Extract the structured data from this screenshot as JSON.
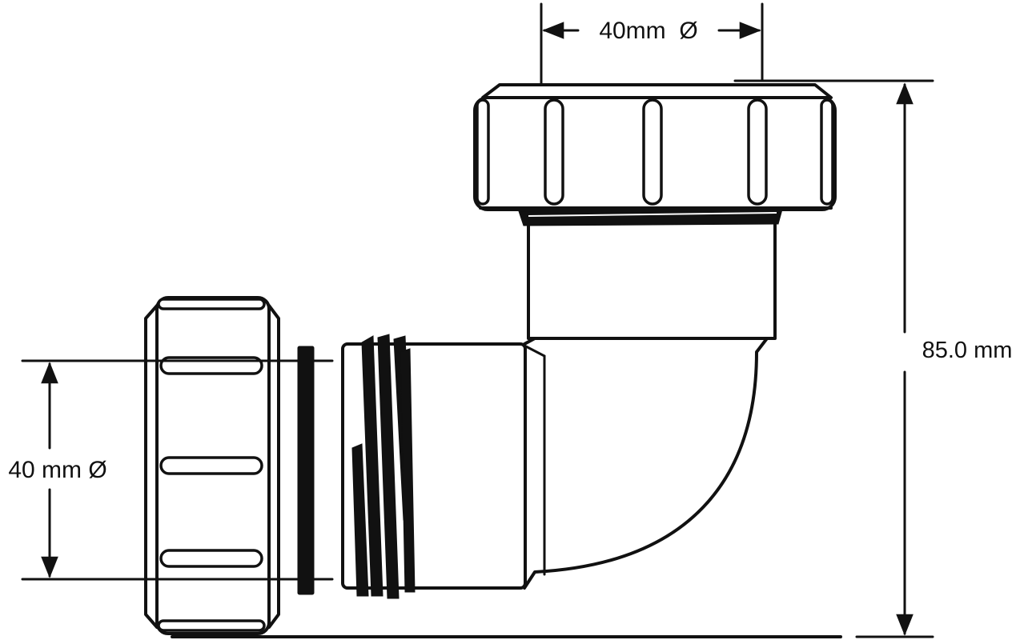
{
  "dimensions": {
    "top_diameter": "40mm  Ø",
    "left_diameter": "40 mm Ø",
    "height": "85.0 mm"
  },
  "colors": {
    "line": "#111111",
    "background": "#ffffff"
  }
}
